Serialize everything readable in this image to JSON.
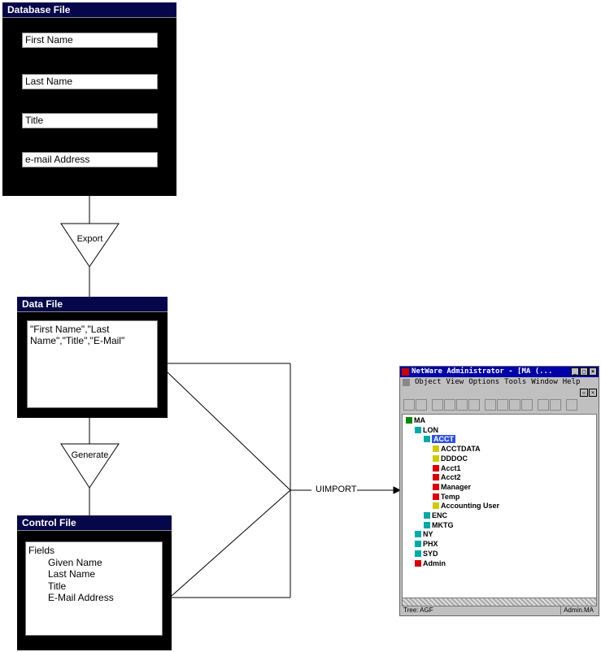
{
  "database_file": {
    "title": "Database File",
    "fields": [
      "First Name",
      "Last Name",
      "Title",
      "e-mail Address"
    ]
  },
  "export_label": "Export",
  "data_file": {
    "title": "Data File",
    "content": "\"First Name\",\"Last Name\",\"Title\",\"E-Mail\""
  },
  "generate_label": "Generate",
  "control_file": {
    "title": "Control File",
    "heading": "Fields",
    "items": [
      "Given Name",
      "Last Name",
      "Title",
      "E-Mail Address"
    ]
  },
  "uimport_label": "UIMPORT",
  "netware": {
    "title": "NetWare Administrator - [MA (...",
    "menu": [
      "Object",
      "View",
      "Options",
      "Tools",
      "Window",
      "Help"
    ],
    "tree": [
      {
        "label": "MA",
        "type": "tree",
        "level": 0
      },
      {
        "label": "LON",
        "type": "ou",
        "level": 1
      },
      {
        "label": "ACCT",
        "type": "ou",
        "level": 2,
        "selected": true
      },
      {
        "label": "ACCTDATA",
        "type": "volume",
        "level": 3
      },
      {
        "label": "DDDOC",
        "type": "volume",
        "level": 3
      },
      {
        "label": "Acct1",
        "type": "user",
        "level": 3
      },
      {
        "label": "Acct2",
        "type": "user",
        "level": 3
      },
      {
        "label": "Manager",
        "type": "user",
        "level": 3
      },
      {
        "label": "Temp",
        "type": "user",
        "level": 3
      },
      {
        "label": "Accounting User",
        "type": "template",
        "level": 3
      },
      {
        "label": "ENC",
        "type": "ou",
        "level": 2
      },
      {
        "label": "MKTG",
        "type": "ou",
        "level": 2
      },
      {
        "label": "NY",
        "type": "ou",
        "level": 1
      },
      {
        "label": "PHX",
        "type": "ou",
        "level": 1
      },
      {
        "label": "SYD",
        "type": "ou",
        "level": 1
      },
      {
        "label": "Admin",
        "type": "user",
        "level": 1
      }
    ],
    "status_left": "Tree: AGF",
    "status_right": "Admin.MA"
  }
}
